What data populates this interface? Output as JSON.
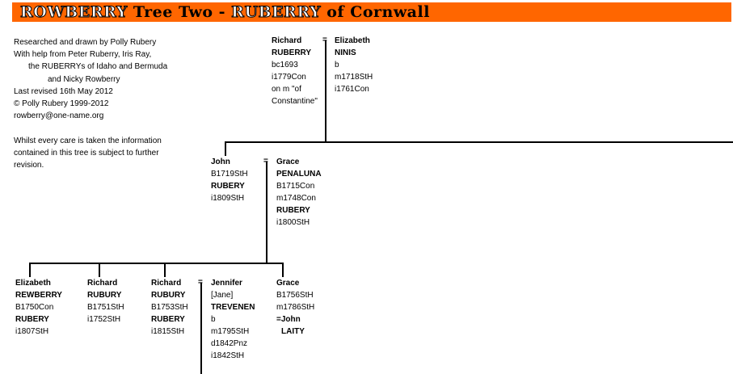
{
  "banner": {
    "title_a": "ROWBERRY",
    "title_b": " Tree Two - ",
    "title_c": "RUBERRY",
    "title_d": " of Cornwall"
  },
  "credits": [
    "Researched and drawn by Polly Rubery",
    "With help from Peter Ruberry, Iris Ray,",
    "the RUBERRYs of Idaho and Bermuda",
    "and Nicky Rowberry",
    "Last revised 16th May 2012",
    "© Polly Rubery 1999-2012",
    "rowberry@one-name.org"
  ],
  "disclaimer": "Whilst every care is taken the information contained in this tree is subject to further revision.",
  "marriage_symbol": "=",
  "people": {
    "richard_sr": [
      "Richard",
      "RUBERRY",
      "bc1693",
      "i1779Con",
      "on m \"of",
      "Constantine\""
    ],
    "elizabeth_ninis": [
      "Elizabeth",
      "NINIS",
      "b",
      "m1718StH",
      "i1761Con"
    ],
    "john": [
      "John",
      "B1719StH",
      "RUBERY",
      "i1809StH"
    ],
    "grace_penaluna": [
      "Grace",
      "PENALUNA",
      "B1715Con",
      "m1748Con",
      "RUBERY",
      "i1800StH"
    ],
    "elizabeth_rewberry": [
      "Elizabeth",
      "REWBERRY",
      "B1750Con",
      "RUBERY",
      "i1807StH"
    ],
    "richard_1751": [
      "Richard",
      "RUBURY",
      "B1751StH",
      "i1752StH"
    ],
    "richard_1753": [
      "Richard",
      "RUBURY",
      "B1753StH",
      "RUBERY",
      "i1815StH"
    ],
    "jennifer_trevenen": [
      "Jennifer",
      "[Jane]",
      "TREVENEN",
      "b",
      "m1795StH",
      "d1842Pnz",
      "i1842StH"
    ],
    "grace_1756": [
      "Grace",
      "B1756StH",
      "m1786StH",
      "=John",
      "LAITY"
    ]
  }
}
